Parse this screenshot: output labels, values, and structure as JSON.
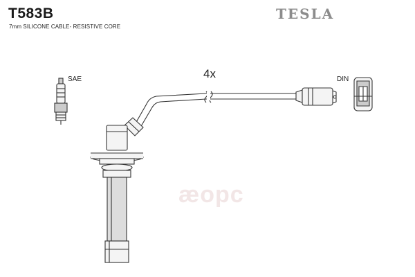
{
  "header": {
    "part_number": "T583B",
    "subtitle": "7mm SILICONE CABLE- RESISTIVE CORE",
    "brand": "TESLA"
  },
  "diagram": {
    "quantity": "4x",
    "left_connector": "SAE",
    "right_connector": "DIN"
  },
  "watermark": {
    "text": "ӕopc"
  },
  "colors": {
    "line": "#333333",
    "fill_light": "#f4f4f4",
    "fill_shade": "#cccccc",
    "brand": "#8c8c8c",
    "watermark": "#f2e6e6"
  }
}
